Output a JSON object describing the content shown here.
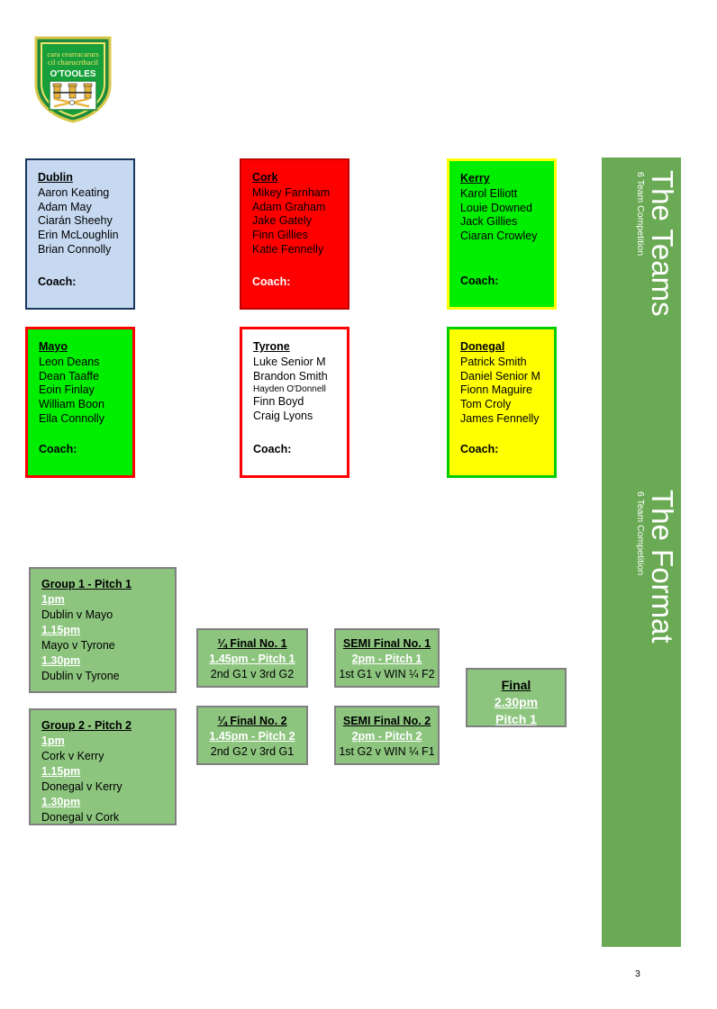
{
  "crest": {
    "club_name": "O'TOOLES",
    "irish_line1": "cara cearracarars",
    "irish_line2": "cil chaeucrthacil"
  },
  "banners": [
    {
      "title": "The Teams",
      "subtitle": "6 Team Competition"
    },
    {
      "title": "The Format",
      "subtitle": "6 Team Competition"
    }
  ],
  "teams": [
    {
      "name": "Dublin",
      "players": [
        "Aaron Keating",
        "Adam May",
        "Ciarán Sheehy",
        "Erin McLoughlin",
        "Brian Connolly"
      ],
      "coach_label": "Coach:",
      "fill": "#C6D9F1",
      "border": "#17375E"
    },
    {
      "name": "Cork",
      "players": [
        "Mikey Farnham",
        "Adam Graham",
        "Jake Gately",
        "Finn Gillies",
        "Katie Fennelly"
      ],
      "coach_label": "Coach:",
      "fill": "#FF0000",
      "border": "#C00000"
    },
    {
      "name": "Kerry",
      "players": [
        "Karol Elliott",
        "Louie Downed",
        "Jack Gillies",
        "Ciaran Crowley"
      ],
      "coach_label": "Coach:",
      "fill": "#00EE00",
      "border": "#FFFF00"
    },
    {
      "name": "Mayo",
      "players": [
        "Leon Deans",
        "Dean Taaffe",
        "Eoin Finlay",
        "William Boon",
        "Ella Connolly"
      ],
      "coach_label": "Coach:",
      "fill": "#00EE00",
      "border": "#FF0000"
    },
    {
      "name": "Tyrone",
      "players": [
        "Luke Senior M",
        "Brandon Smith",
        "Hayden O'Donnell",
        "Finn Boyd",
        "Craig Lyons"
      ],
      "coach_label": "Coach:",
      "fill": "#FFFFFF",
      "border": "#FF0000"
    },
    {
      "name": "Donegal",
      "players": [
        "Patrick Smith",
        "Daniel Senior M",
        "Fionn Maguire",
        "Tom Croly",
        "James Fennelly"
      ],
      "coach_label": "Coach:",
      "fill": "#FFFF00",
      "border": "#00CC00"
    }
  ],
  "groups": [
    {
      "header": "Group 1 - Pitch 1",
      "fixtures": [
        {
          "time": "1pm",
          "match": "Dublin v Mayo"
        },
        {
          "time": "1.15pm",
          "match": "Mayo v Tyrone"
        },
        {
          "time": "1.30pm",
          "match": "Dublin v Tyrone"
        }
      ]
    },
    {
      "header": "Group 2 - Pitch 2",
      "fixtures": [
        {
          "time": "1pm",
          "match": "Cork v Kerry"
        },
        {
          "time": "1.15pm",
          "match": "Donegal v Kerry"
        },
        {
          "time": "1.30pm",
          "match": "Donegal v Cork"
        }
      ]
    }
  ],
  "quarter_finals": [
    {
      "header": "¼ Final No. 1",
      "time": "1.45pm - Pitch 1",
      "match": "2nd G1 v 3rd G2"
    },
    {
      "header": "¼ Final No. 2",
      "time": "1.45pm - Pitch 2",
      "match": "2nd G2 v 3rd G1"
    }
  ],
  "semi_finals": [
    {
      "header": "SEMI Final No. 1",
      "time": "2pm - Pitch 1",
      "match": "1st G1 v WIN ¼ F2"
    },
    {
      "header": "SEMI Final No. 2",
      "time": "2pm - Pitch 2",
      "match": "1st G2 v WIN ¼ F1"
    }
  ],
  "final": {
    "header": "Final",
    "time": "2.30pm",
    "pitch": "Pitch 1"
  },
  "page_number": "3",
  "colors": {
    "banner_green": "#6AAA54",
    "fixture_green": "#8DC57F",
    "fixture_border": "#808080"
  }
}
